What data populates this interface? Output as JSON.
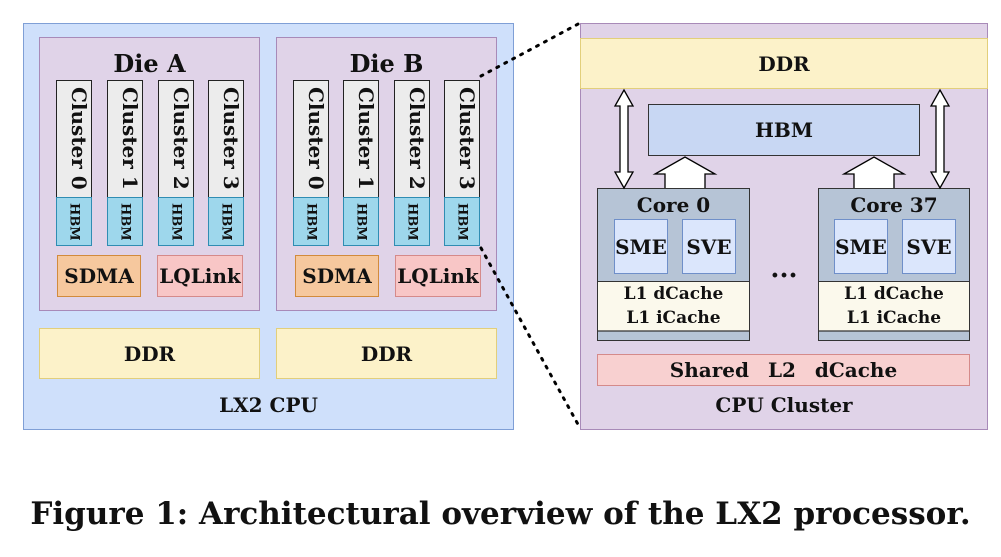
{
  "cpu": {
    "label": "LX2 CPU",
    "dies": [
      {
        "title": "Die A",
        "clusters": [
          "Cluster 0",
          "Cluster 1",
          "Cluster 2",
          "Cluster 3"
        ],
        "hbm_label": "HBM",
        "sdma_label": "SDMA",
        "lqlink_label": "LQLink",
        "ddr_label": "DDR"
      },
      {
        "title": "Die B",
        "clusters": [
          "Cluster 0",
          "Cluster 1",
          "Cluster 2",
          "Cluster 3"
        ],
        "hbm_label": "HBM",
        "sdma_label": "SDMA",
        "lqlink_label": "LQLink",
        "ddr_label": "DDR"
      }
    ]
  },
  "cluster_detail": {
    "label": "CPU Cluster",
    "ddr_label": "DDR",
    "hbm_label": "HBM",
    "cores": [
      {
        "title": "Core 0",
        "units": [
          "SME",
          "SVE"
        ],
        "cache_lines": [
          "L1 dCache",
          "L1 iCache"
        ]
      },
      {
        "title": "Core 37",
        "units": [
          "SME",
          "SVE"
        ],
        "cache_lines": [
          "L1 dCache",
          "L1 iCache"
        ]
      }
    ],
    "ellipsis": "...",
    "shared_cache_label": "Shared L2 dCache"
  },
  "caption": "Figure 1: Architectural overview of the LX2 processor.",
  "colors": {
    "cpu_bg": "#cfe0fb",
    "die_bg": "#e0d3e8",
    "hbm_small": "#9ed7ec",
    "sdma": "#f6c89e",
    "lqlink": "#f8c6c6",
    "ddr": "#fcf2c9",
    "core": "#b6c4d6",
    "unit": "#dbe6fc",
    "hbm_big": "#c8d7f3",
    "l2": "#f8d0d0"
  }
}
